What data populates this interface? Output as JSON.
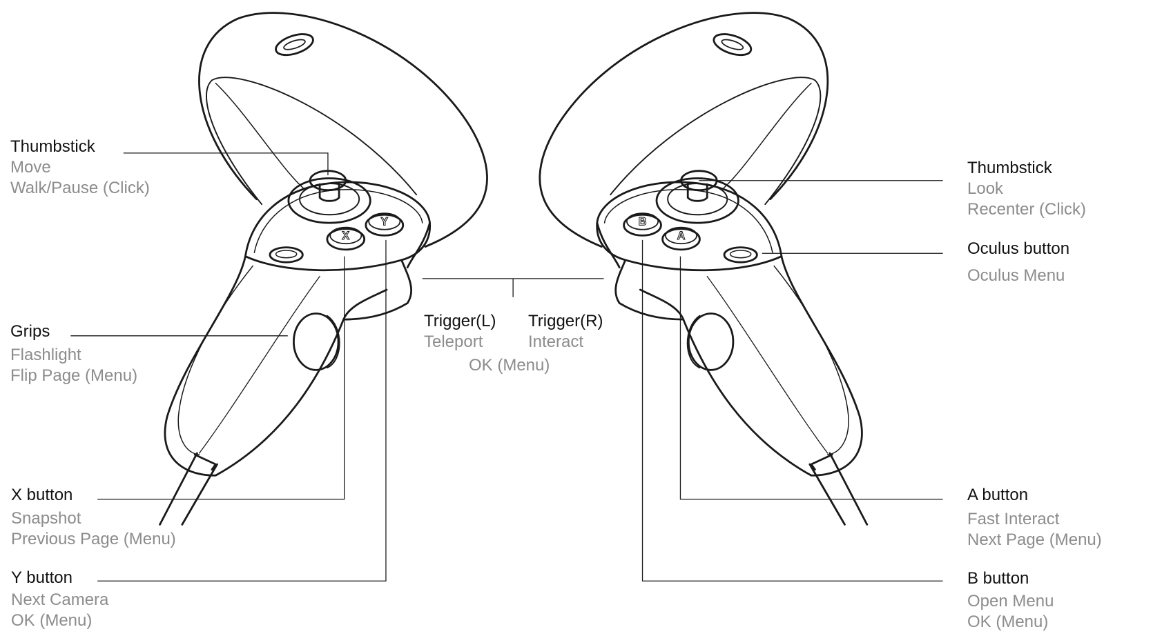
{
  "colors": {
    "title": "#111111",
    "action": "#8c8c8c",
    "line": "#1a1a1a"
  },
  "left": {
    "thumbstick": {
      "title": "Thumbstick",
      "actions": [
        "Move",
        "Walk/Pause (Click)"
      ]
    },
    "grips": {
      "title": "Grips",
      "actions": [
        "Flashlight",
        "Flip Page (Menu)"
      ]
    },
    "x_button": {
      "title": "X button",
      "actions": [
        "Snapshot",
        "Previous Page (Menu)"
      ],
      "glyph": "X"
    },
    "y_button": {
      "title": "Y button",
      "actions": [
        "Next Camera",
        "OK (Menu)"
      ],
      "glyph": "Y"
    }
  },
  "trigger": {
    "left": {
      "title": "Trigger(L)",
      "action": "Teleport"
    },
    "right": {
      "title": "Trigger(R)",
      "action": "Interact"
    },
    "shared": "OK (Menu)"
  },
  "right": {
    "thumbstick": {
      "title": "Thumbstick",
      "actions": [
        "Look",
        "Recenter (Click)"
      ]
    },
    "oculus_button": {
      "title": "Oculus button",
      "actions": [
        "Oculus Menu"
      ]
    },
    "a_button": {
      "title": "A button",
      "actions": [
        "Fast Interact",
        "Next Page (Menu)"
      ],
      "glyph": "A"
    },
    "b_button": {
      "title": "B button",
      "actions": [
        "Open Menu",
        "OK (Menu)"
      ],
      "glyph": "B"
    }
  }
}
